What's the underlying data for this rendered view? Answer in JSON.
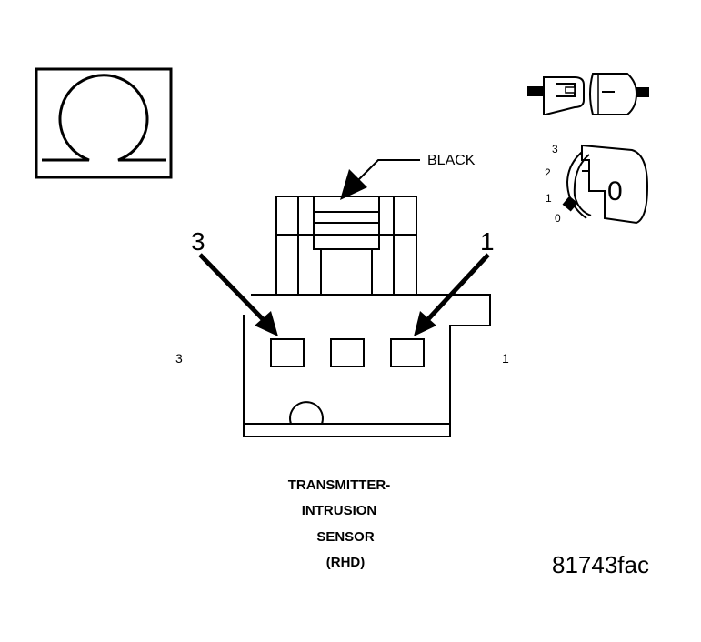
{
  "omega_symbol": "Ω",
  "connector_color_label": "BLACK",
  "callouts": {
    "left_pin": "3",
    "right_pin": "1"
  },
  "pin_labels": {
    "left": "3",
    "right": "1"
  },
  "ignition_positions": [
    "3",
    "2",
    "1",
    "0"
  ],
  "ignition_key_value": "0",
  "caption_lines": [
    "TRANSMITTER-",
    "INTRUSION",
    "SENSOR",
    "(RHD)"
  ],
  "figure_id": "81743fac",
  "colors": {
    "line": "#000000",
    "background": "#ffffff"
  }
}
